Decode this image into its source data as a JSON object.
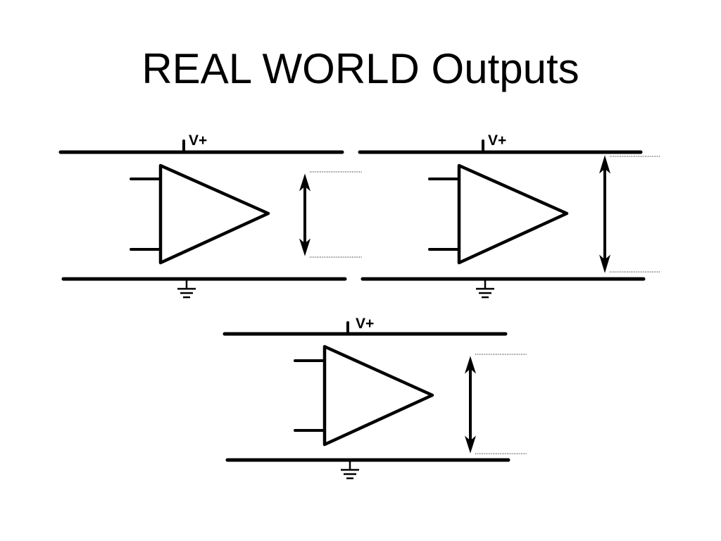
{
  "slide": {
    "title": "REAL WORLD Outputs"
  },
  "diagram": {
    "supply_label": "V+",
    "circuits": [
      {
        "id": "left",
        "output_swing": "partial"
      },
      {
        "id": "right",
        "output_swing": "rail-to-rail"
      },
      {
        "id": "bottom",
        "output_swing": "partial"
      }
    ]
  }
}
